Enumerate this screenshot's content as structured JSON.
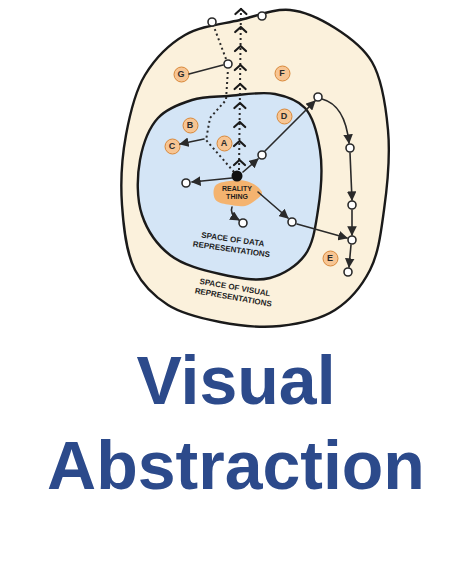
{
  "diagram": {
    "title": "Visual Abstraction",
    "nodes": [
      {
        "text": [
          "SPACE OF VISUAL REPRESENTATIONS"
        ]
      },
      {
        "text": [
          "SPACE OF DATA REPRESENTATIONS"
        ],
        "in": 0
      },
      {
        "text": [
          "REALITY THING"
        ],
        "in": 1
      },
      {
        "text": [
          "G"
        ],
        "in": 0
      },
      {
        "text": [
          "F"
        ],
        "in": 0
      },
      {
        "text": [
          "B"
        ],
        "in": 1
      },
      {
        "text": [
          "D"
        ],
        "in": 1
      },
      {
        "text": [
          "C"
        ],
        "in": 1
      },
      {
        "text": [
          "A"
        ],
        "in": 1
      },
      {
        "text": [
          "E"
        ],
        "in": 0
      }
    ]
  }
}
